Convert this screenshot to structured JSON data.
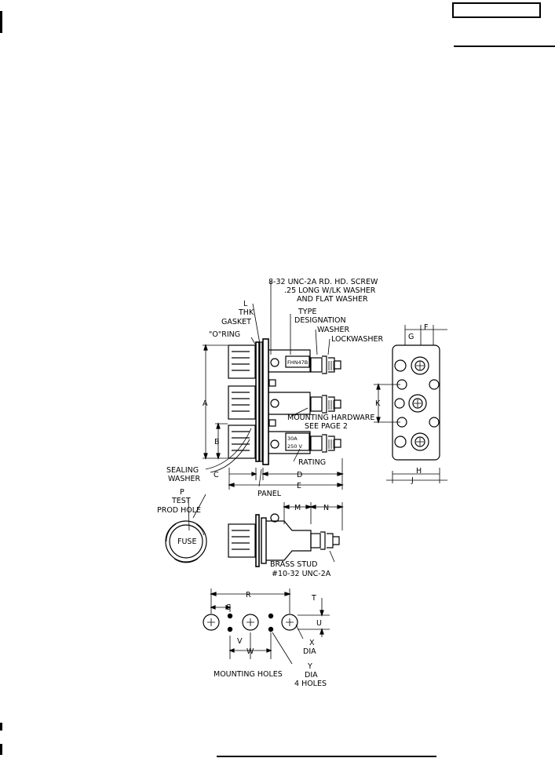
{
  "labels": {
    "screw_1": "8-32 UNC-2A RD. HD. SCREW",
    "screw_2": ".25 LONG W/LK WASHER",
    "screw_3": "AND FLAT WASHER",
    "l": "L",
    "thk": "THK",
    "gasket": "GASKET",
    "type_1": "TYPE",
    "type_2": "DESIGNATION",
    "washer": "WASHER",
    "lockwasher": "LOCKWASHER",
    "oring": "\"O\"RING",
    "mount_1": "MOUNTING HARDWARE",
    "mount_2": "SEE PAGE 2",
    "rating": "RATING",
    "sealing_1": "SEALING",
    "sealing_2": "WASHER",
    "panel": "PANEL",
    "p": "P",
    "test_1": "TEST",
    "test_2": "PROD HOLE",
    "fuse": "FUSE",
    "stud_1": "BRASS STUD",
    "stud_2": "#10-32 UNC-2A",
    "x": "X",
    "x_dia": "DIA",
    "y": "Y",
    "y_dia": "DIA",
    "y_holes": "4 HOLES",
    "mounting_holes": "MOUNTING HOLES",
    "nameplate_1": "FHN47B",
    "nameplate_2": "30A",
    "nameplate_3": "250 V"
  },
  "dims": {
    "a": "A",
    "b": "B",
    "c": "C",
    "d": "D",
    "e": "E",
    "f": "F",
    "g": "G",
    "h": "H",
    "j": "J",
    "k": "K",
    "m": "M",
    "n": "N",
    "r": "R",
    "s": "S",
    "t": "T",
    "u": "U",
    "v": "V",
    "w": "W"
  }
}
